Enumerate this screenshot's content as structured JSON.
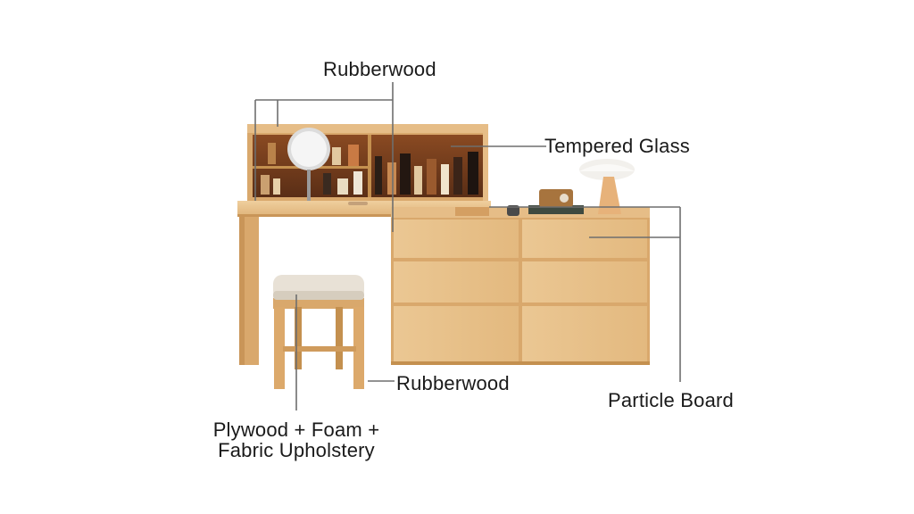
{
  "callouts": {
    "top_rubberwood": "Rubberwood",
    "tempered_glass": "Tempered Glass",
    "stool_rubberwood": "Rubberwood",
    "particle_board": "Particle Board",
    "stool_seat_line1": "Plywood + Foam +",
    "stool_seat_line2": "Fabric Upholstery"
  },
  "colors": {
    "wood_light": "#e9c48f",
    "wood_mid": "#d9a86c",
    "wood_dark": "#b9824a",
    "hutch_interior": "#6b3a1f",
    "fabric": "#e8e1d6",
    "leader_line": "#6e6e6e"
  }
}
